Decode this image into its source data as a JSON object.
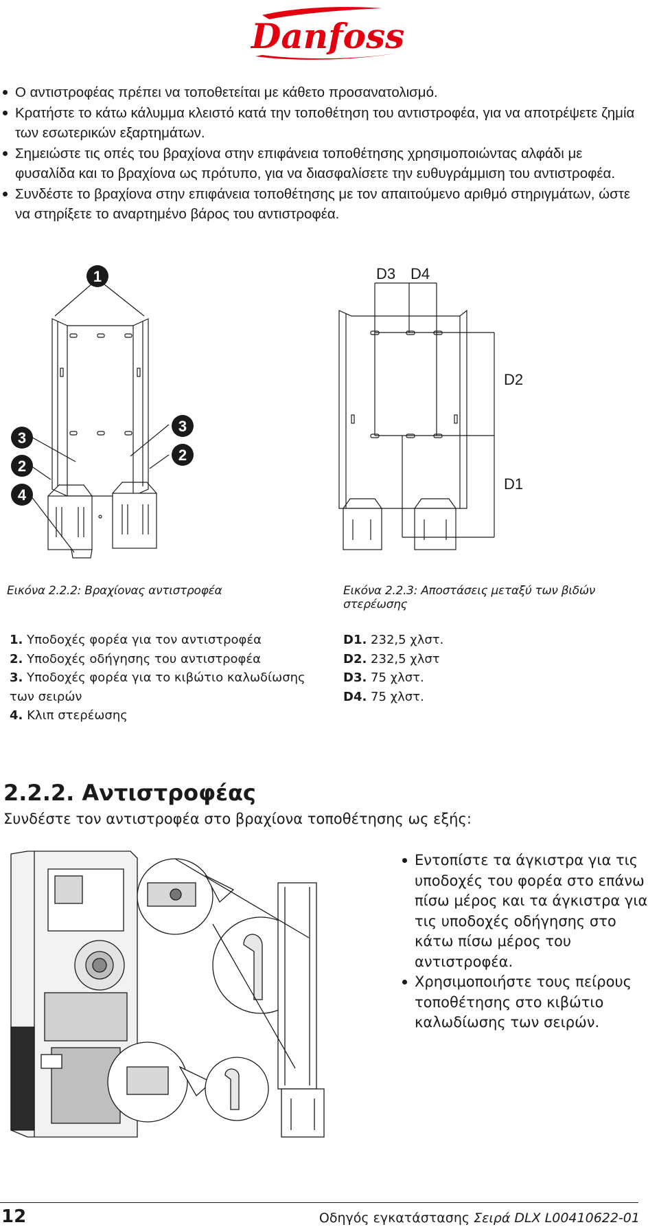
{
  "brand": {
    "logo_text": "Danfoss",
    "logo_color": "#e2000f"
  },
  "top_bullets": [
    "Ο αντιστροφέας πρέπει να τοποθετείται με κάθετο προσανατολισμό.",
    "Κρατήστε το κάτω κάλυμμα κλειστό κατά την τοποθέτηση του αντιστροφέα, για να αποτρέψετε ζημία των εσωτερικών εξαρτημάτων.",
    "Σημειώστε τις οπές του βραχίονα στην επιφάνεια τοποθέτησης χρησιμοποιώντας αλφάδι με φυσαλίδα και το βραχίονα ως πρότυπο, για να διασφαλίσετε την ευθυγράμμιση του αντιστροφέα.",
    "Συνδέστε το βραχίονα στην επιφάνεια τοποθέτησης με τον απαιτούμενο αριθμό στηριγμάτων, ώστε να στηρίξετε το αναρτημένο βάρος του αντιστροφέα."
  ],
  "figure_left": {
    "badges": [
      "1",
      "3",
      "3",
      "2",
      "2",
      "4"
    ],
    "caption": "Εικόνα 2.2.2: Βραχίονας αντιστροφέα"
  },
  "figure_right": {
    "labels": {
      "d3": "D3",
      "d4": "D4",
      "d2": "D2",
      "d1": "D1"
    },
    "caption": "Εικόνα 2.2.3: Αποστάσεις μεταξύ των βιδών στερέωσης"
  },
  "legend_left": [
    {
      "num": "1.",
      "text": "Υποδοχές φορέα για τον αντιστροφέα"
    },
    {
      "num": "2.",
      "text": "Υποδοχές οδήγησης του αντιστροφέα"
    },
    {
      "num": "3.",
      "text": "Υποδοχές φορέα για το κιβώτιο καλωδίωσης"
    },
    {
      "num": "",
      "text": "των σειρών"
    },
    {
      "num": "4.",
      "text": "Κλιπ στερέωσης"
    }
  ],
  "legend_right": [
    {
      "num": "D1.",
      "text": "232,5 χλστ."
    },
    {
      "num": "D2.",
      "text": "232,5 χλστ"
    },
    {
      "num": "D3.",
      "text": "75 χλστ."
    },
    {
      "num": "D4.",
      "text": "75 χλστ."
    }
  ],
  "section": {
    "heading": "2.2.2. Αντιστροφέας",
    "intro": "Συνδέστε τον αντιστροφέα στο βραχίονα τοποθέτησης ως εξής:",
    "bullets": [
      "Εντοπίστε τα άγκιστρα για τις υποδοχές του φορέα στο επάνω πίσω μέρος και τα άγκιστρα για τις υποδοχές οδήγησης στο κάτω πίσω μέρος του αντιστροφέα.",
      "Χρησιμοποιήστε τους πείρους τοποθέτησης στο κιβώτιο καλωδίωσης των σειρών."
    ]
  },
  "footer": {
    "page_number": "12",
    "title": "Οδηγός εγκατάστασης",
    "title_italic": "Σειρά DLX L00410622-01"
  }
}
